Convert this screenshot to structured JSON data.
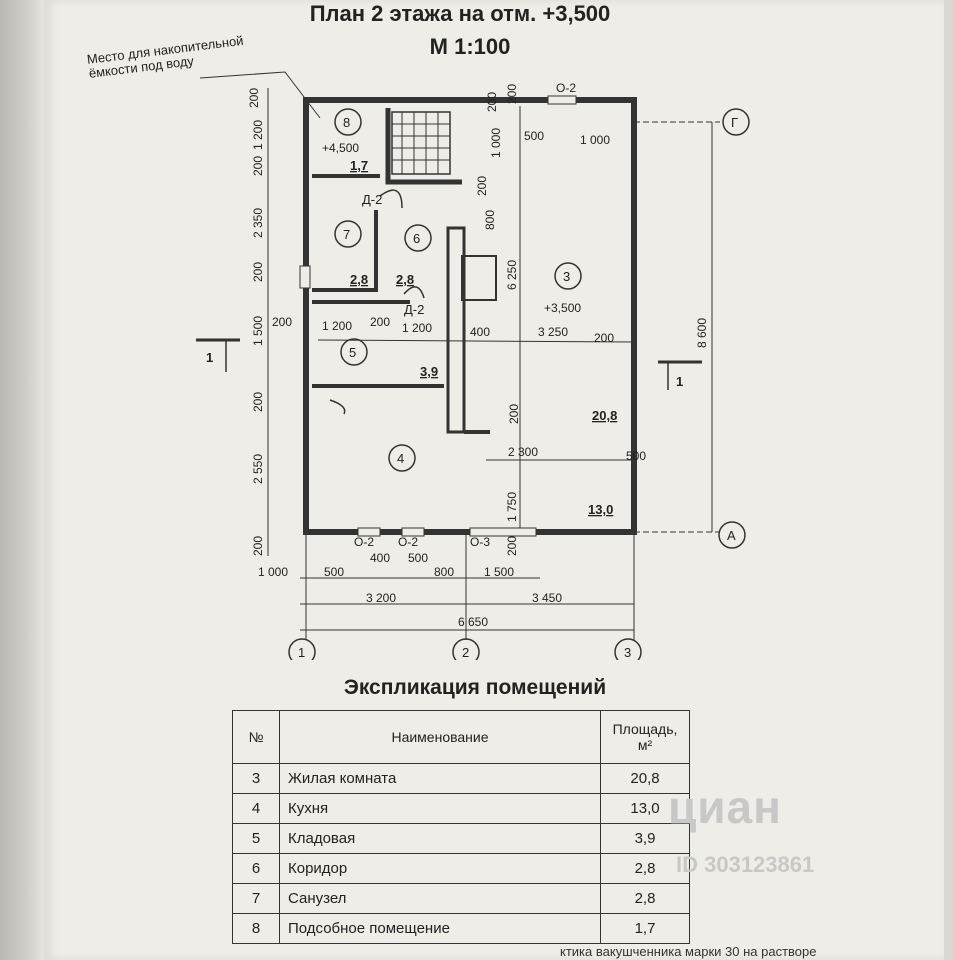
{
  "title": "План 2 этажа на отм. +3,500",
  "scale": "М 1:100",
  "note_line1": "Место для накопительной",
  "note_line2": "ёмкости под воду",
  "explication_title": "Экспликация помещений",
  "table_headers": {
    "num": "№",
    "name": "Наименование",
    "area": "Площадь, м²"
  },
  "rooms": [
    {
      "num": "3",
      "name": "Жилая комната",
      "area": "20,8"
    },
    {
      "num": "4",
      "name": "Кухня",
      "area": "13,0"
    },
    {
      "num": "5",
      "name": "Кладовая",
      "area": "3,9"
    },
    {
      "num": "6",
      "name": "Коридор",
      "area": "2,8"
    },
    {
      "num": "7",
      "name": "Санузел",
      "area": "2,8"
    },
    {
      "num": "8",
      "name": "Подсобное помещение",
      "area": "1,7"
    }
  ],
  "plan": {
    "room_numbers": [
      "8",
      "7",
      "6",
      "5",
      "4",
      "3"
    ],
    "areas": {
      "r8": "1,7",
      "r7": "2,8",
      "r6": "2,8",
      "r5": "3,9",
      "r4": "13,0",
      "r3": "20,8"
    },
    "levels": {
      "r8": "+4,500",
      "r3": "+3,500"
    },
    "doors": [
      "Д-2",
      "Д-2"
    ],
    "windows": [
      "О-2",
      "О-2",
      "О-2",
      "О-3"
    ],
    "axes": {
      "top": "Г",
      "bottom": "А",
      "a1": "1",
      "a2": "2",
      "a3": "3"
    },
    "section": "1",
    "left_dims": [
      "200",
      "1 200",
      "200",
      "2 350",
      "200",
      "1 500",
      "200",
      "2 550",
      "200"
    ],
    "bottom_dims": [
      "1 000",
      "500",
      "400",
      "500",
      "800",
      "1 500",
      "3 200",
      "3 450",
      "6 650"
    ],
    "right_dim": "8 600",
    "inner_dims": [
      "200",
      "1 200",
      "200",
      "1 200",
      "400",
      "3 250",
      "200",
      "6 250",
      "500",
      "1 000",
      "200",
      "1 000",
      "200",
      "800",
      "200",
      "2 300",
      "500",
      "1 750",
      "200",
      "200"
    ]
  },
  "watermark": "циан",
  "watermark_id": "ID 303123861",
  "footer_fragment": "ктика вакушченника марки 30 на растворе"
}
